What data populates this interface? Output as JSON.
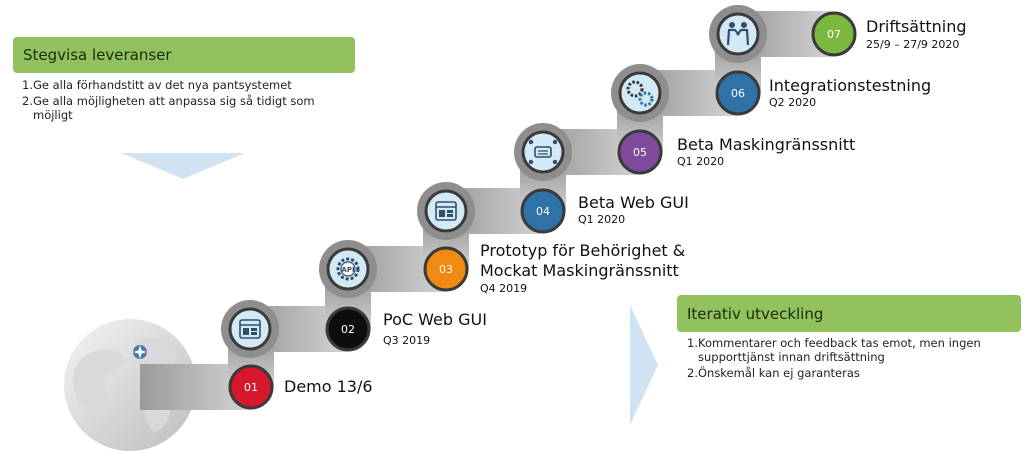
{
  "left_panel": {
    "title": "Stegvisa leveranser",
    "items": [
      "1.Ge alla förhandstitt av det nya pantsystemet",
      "2.Ge alla möjligheten att anpassa sig så tidigt som möjligt"
    ]
  },
  "right_panel": {
    "title": "Iterativ utveckling",
    "items": [
      "1.Kommentarer och feedback tas emot, men ingen supporttjänst innan driftsättning",
      "2.Önskemål kan ej garanteras"
    ]
  },
  "steps": [
    {
      "num": "01",
      "title": "Demo 13/6",
      "date": "",
      "color": "#d7182a",
      "icon": "globe-icon"
    },
    {
      "num": "02",
      "title": "PoC Web GUI",
      "date": "Q3 2019",
      "color": "#0d0d0d",
      "icon": "web-layout-icon"
    },
    {
      "num": "03",
      "title": "Prototyp för Behörighet &",
      "title2": "Mockat Maskingränssnitt",
      "date": "Q4 2019",
      "color": "#f08a12",
      "icon": "api-gear-icon"
    },
    {
      "num": "04",
      "title": "Beta Web GUI",
      "date": "Q1 2020",
      "color": "#2e72a8",
      "icon": "dashboard-icon"
    },
    {
      "num": "05",
      "title": "Beta Maskingränssnitt",
      "date": "Q1 2020",
      "color": "#7d4a9c",
      "icon": "network-icon"
    },
    {
      "num": "06",
      "title": "Integrationstestning",
      "date": "Q2 2020",
      "color": "#2e72a8",
      "icon": "gears-icon"
    },
    {
      "num": "07",
      "title": "Driftsättning",
      "date": "25/9 – 27/9 2020",
      "color": "#7ab83f",
      "icon": "handshake-icon"
    }
  ],
  "colors": {
    "green_box": "#92c25d",
    "chevron": "#cfe3f2",
    "step_band": "#8c8c8c",
    "icon_circle": "#d4e9f6",
    "icon_ring": "#3a3a3a"
  }
}
